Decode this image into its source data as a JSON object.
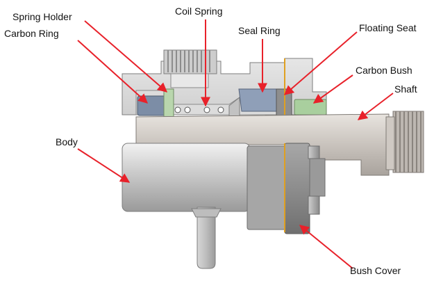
{
  "labels": {
    "spring_holder": "Spring Holder",
    "carbon_ring": "Carbon Ring",
    "coil_spring": "Coil Spring",
    "seal_ring": "Seal Ring",
    "floating_seat": "Floating Seat",
    "carbon_bush": "Carbon Bush",
    "shaft": "Shaft",
    "body": "Body",
    "bush_cover": "Bush Cover"
  },
  "colors": {
    "leader": "#e8212a",
    "body_light": "#d9d9d9",
    "body_mid": "#b7b7b7",
    "body_dark": "#8e8e8e",
    "shaft": "#c8c3be",
    "carbon_ring": "#7c8da6",
    "seal_ring": "#8f9fb8",
    "spring_holder": "#b9d6ad",
    "carbon_bush": "#a9cf9e",
    "accent_line": "#e0a020"
  }
}
